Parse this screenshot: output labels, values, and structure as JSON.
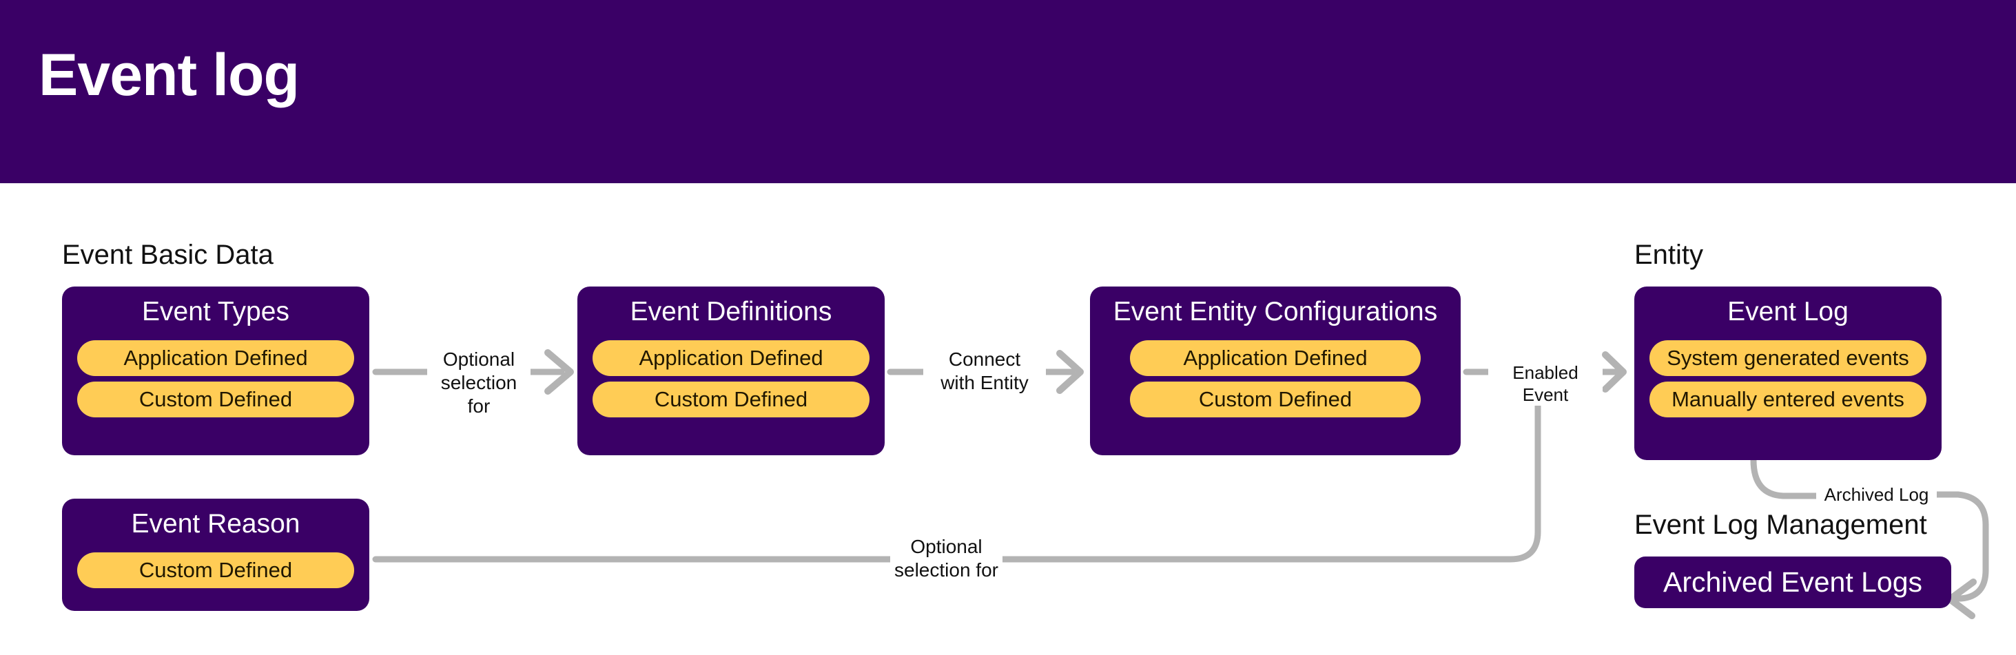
{
  "header": {
    "title": "Event log",
    "bg": "#3A0066",
    "text_color": "#ffffff"
  },
  "theme": {
    "card_purple": "#3A0066",
    "pill_yellow": "#FFCC55",
    "wire_grey": "#B3B3B3",
    "page_bg": "#ffffff"
  },
  "groups": {
    "event_basic_data": "Event Basic Data",
    "entity": "Entity",
    "event_log_management": "Event Log Management"
  },
  "cards": {
    "event_types": {
      "title": "Event Types",
      "pills": [
        "Application Defined",
        "Custom Defined"
      ]
    },
    "event_definitions": {
      "title": "Event Definitions",
      "pills": [
        "Application Defined",
        "Custom Defined"
      ]
    },
    "event_entity_configurations": {
      "title": "Event Entity Configurations",
      "pills": [
        "Application Defined",
        "Custom Defined"
      ]
    },
    "event_log": {
      "title": "Event Log",
      "pills": [
        "System generated events",
        "Manually entered events"
      ]
    },
    "event_reason": {
      "title": "Event Reason",
      "pills": [
        "Custom Defined"
      ]
    },
    "archived_event_logs": {
      "title": "Archived Event Logs"
    }
  },
  "connectors": {
    "types_to_definitions": "Optional\nselection for",
    "definitions_to_configurations": "Connect\nwith Entity",
    "configurations_to_event_log": "Enabled Event",
    "reason_to_event_log": "Optional\nselection for",
    "event_log_to_archive": "Archived Log"
  }
}
